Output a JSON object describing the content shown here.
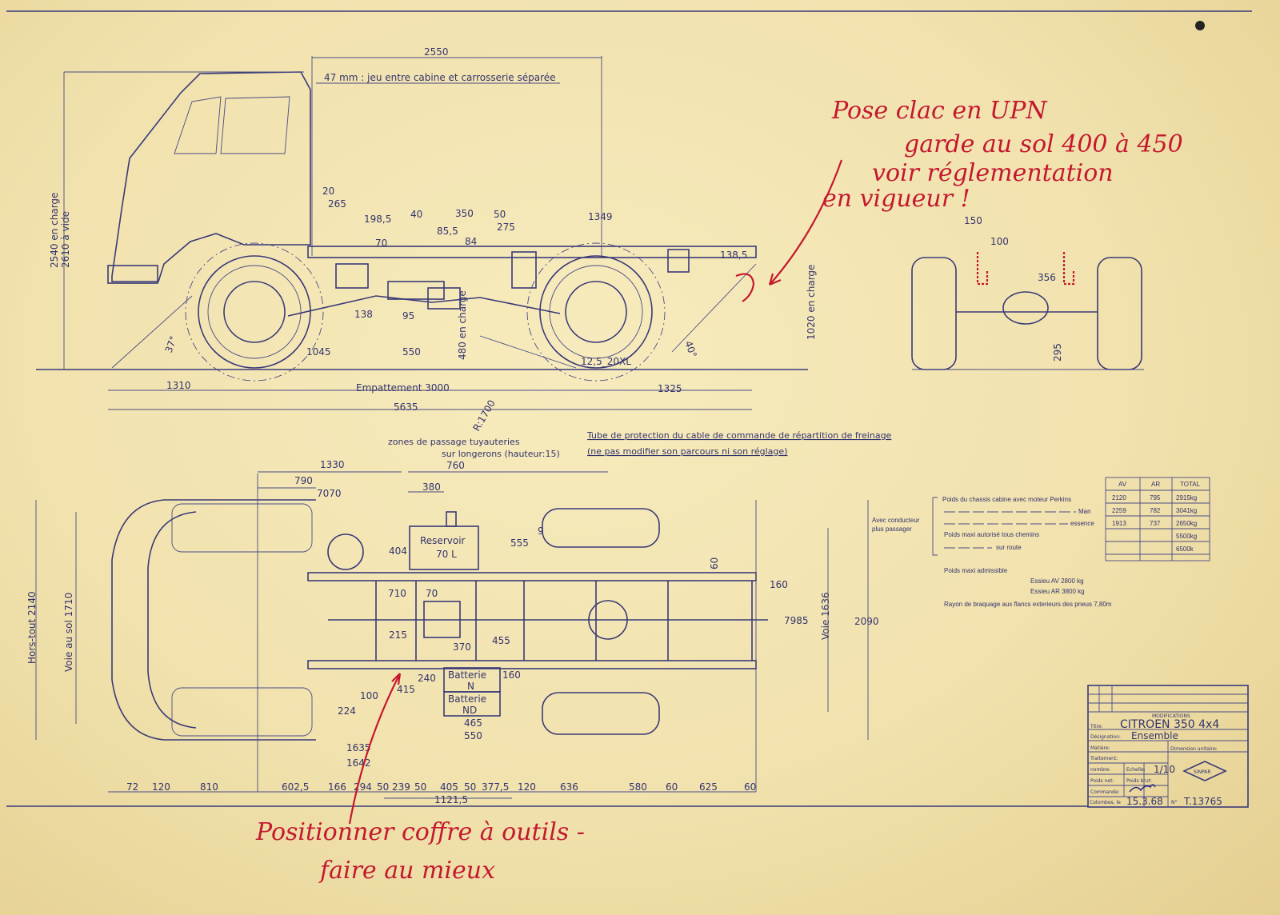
{
  "side_view": {
    "overall_top": "2550",
    "cab_gap_note": "47 mm : jeu entre cabine et carrosserie séparée",
    "height_loaded": "2540 en charge",
    "height_empty": "2610 à vide",
    "dims": [
      "20",
      "265",
      "198,5",
      "40",
      "350",
      "50",
      "1349",
      "85,5",
      "70",
      "84",
      "275",
      "138,5",
      "138",
      "95",
      "1045",
      "550",
      "480 en charge",
      "12,5_20XL",
      "37°",
      "40°",
      "1020 en charge",
      "1310",
      "Empattement 3000",
      "1325",
      "5635",
      "R:1700"
    ]
  },
  "end_view": {
    "dims": [
      "150",
      "100",
      "356",
      "295"
    ]
  },
  "notes": {
    "pipe_zones_1": "zones de passage tuyauteries",
    "pipe_zones_2": "sur longerons (hauteur:15)",
    "brake_tube_1": "Tube de protection du cable de commande de répartition de freinage",
    "brake_tube_2": "(ne pas modifier son parcours ni son réglage)"
  },
  "plan_view": {
    "reservoir": "Reservoir",
    "reservoir_capacity": "70 L",
    "battery_1": "Batterie",
    "battery_1_type": "N",
    "battery_2": "Batterie",
    "battery_2_type": "ND",
    "dims": [
      "1330",
      "760",
      "790",
      "7070",
      "380",
      "9",
      "555",
      "404",
      "60",
      "160",
      "710",
      "70",
      "7985",
      "2090",
      "Voie 1636",
      "215",
      "370",
      "455",
      "240",
      "415",
      "160",
      "465",
      "550",
      "100",
      "224",
      "1635",
      "1642",
      "Hors-tout 2140",
      "Voie au sol 1710"
    ],
    "bottom_dims": [
      "72",
      "120",
      "810",
      "602,5",
      "166",
      "294",
      "50",
      "239",
      "50",
      "405",
      "50",
      "377,5",
      "120",
      "636",
      "580",
      "60",
      "625",
      "60"
    ],
    "sub_total": "1121,5"
  },
  "weights": {
    "group_label_1": "Avec conducteur",
    "group_label_2": "plus passager",
    "row_labels": [
      "Poids du chassis cabine avec moteur Perkins",
      "Man",
      "essence",
      "Poids maxi autorisé tous chemins",
      "sur route"
    ],
    "headers": [
      "AV",
      "AR",
      "TOTAL"
    ],
    "rows": [
      [
        "2120",
        "795",
        "2915kg"
      ],
      [
        "2259",
        "782",
        "3041kg"
      ],
      [
        "1913",
        "737",
        "2650kg"
      ],
      [
        "",
        "",
        "5500kg"
      ],
      [
        "",
        "",
        "6500k"
      ]
    ],
    "max_title": "Poids maxi admissible",
    "axle_front": "Essieu AV 2800 kg",
    "axle_rear": "Essieu AR 3800 kg",
    "turning": "Rayon de braquage aux flancs exterieurs des pneus 7,80m"
  },
  "title_block": {
    "modifications": "MODIFICATIONS",
    "titre_label": "Titre:",
    "titre": "CITROEN 350 4x4",
    "designation_label": "Désignation:",
    "designation": "Ensemble",
    "matiere_label": "Matière:",
    "dimension_label": "Dimension unitaire:",
    "traitement_label": "Traitement:",
    "nombre_label": "nombre:",
    "echelle_label": "Echelle:",
    "echelle": "1/10",
    "poids_net_label": "Poids net:",
    "poids_brut_label": "Poids brut:",
    "commande_label": "Commande:",
    "date_label": "Colombes, le",
    "date": "15.3.68",
    "numero_label": "N°",
    "numero": "T.13765",
    "logo": "SINPAR"
  },
  "annotations": {
    "top_1": "Pose clac en UPN",
    "top_2": "garde au sol 400 à 450",
    "top_3": "voir réglementation",
    "top_4": "en vigueur !",
    "bottom_1": "Positionner coffre à outils -",
    "bottom_2": "faire au mieux"
  },
  "colors": {
    "paper": "#f1e2ae",
    "ink": "#3a3a78",
    "red_ink": "#c4182f"
  }
}
